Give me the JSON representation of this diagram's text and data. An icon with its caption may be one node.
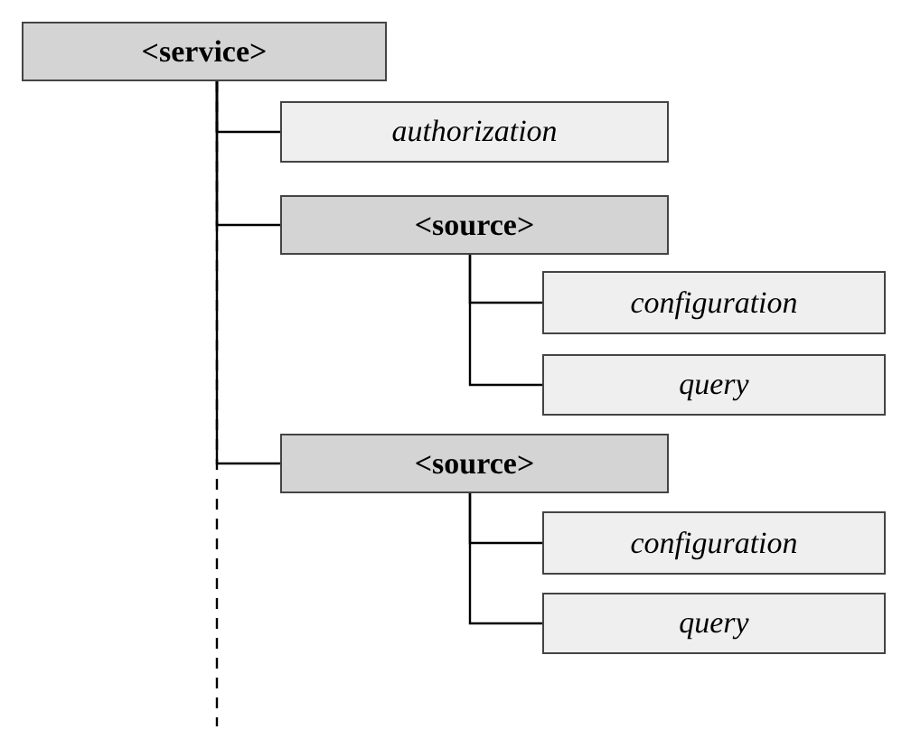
{
  "diagram": {
    "nodes": [
      {
        "text": [
          "<service>"
        ]
      },
      {
        "text": [
          "authorization"
        ]
      },
      {
        "text": [
          "<source>"
        ]
      },
      {
        "text": [
          "configuration"
        ]
      },
      {
        "text": [
          "query"
        ]
      },
      {
        "text": [
          "<source>"
        ]
      },
      {
        "text": [
          "configuration"
        ]
      },
      {
        "text": [
          "query"
        ]
      }
    ],
    "edges": [
      {
        "from": 0,
        "to": 1,
        "arrow": "none"
      },
      {
        "from": 0,
        "to": 2,
        "arrow": "none"
      },
      {
        "from": 2,
        "to": 3,
        "arrow": "none"
      },
      {
        "from": 2,
        "to": 4,
        "arrow": "none"
      },
      {
        "from": 0,
        "to": 5,
        "arrow": "none"
      },
      {
        "from": 5,
        "to": 6,
        "arrow": "none"
      },
      {
        "from": 5,
        "to": 7,
        "arrow": "none"
      },
      {
        "from": 0,
        "to": null,
        "arrow": "none",
        "style": "dashed"
      }
    ]
  }
}
